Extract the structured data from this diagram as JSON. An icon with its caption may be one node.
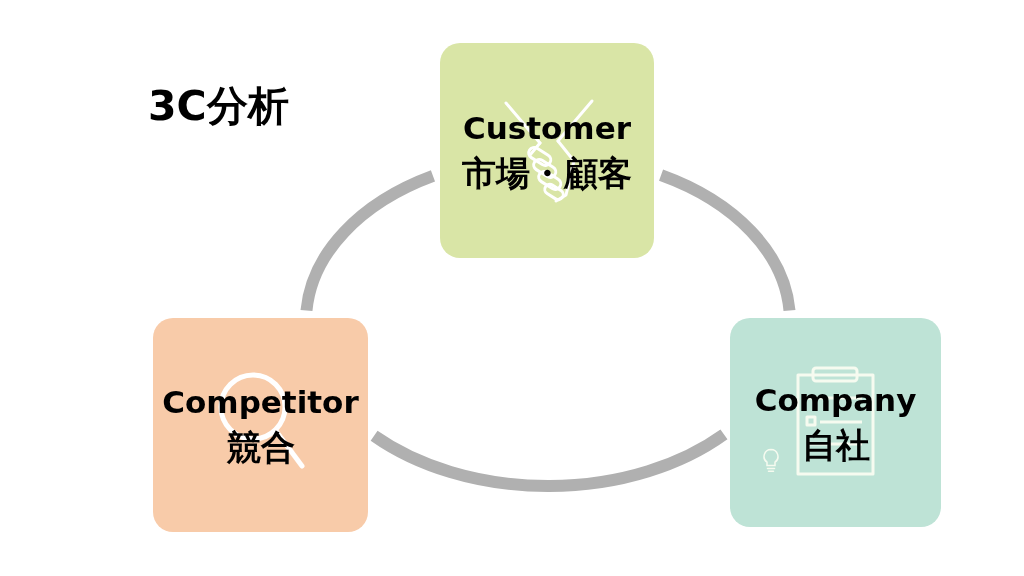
{
  "diagram": {
    "title": "3C分析",
    "nodes": [
      {
        "text": [
          "Customer",
          "市場・顧客"
        ]
      },
      {
        "text": [
          "Competitor",
          "競合"
        ]
      },
      {
        "text": [
          "Company",
          "自社"
        ]
      }
    ],
    "edges": [
      {
        "from": 0,
        "to": 2,
        "arrow": "none"
      },
      {
        "from": 2,
        "to": 1,
        "arrow": "none"
      },
      {
        "from": 1,
        "to": 0,
        "arrow": "none"
      }
    ]
  }
}
